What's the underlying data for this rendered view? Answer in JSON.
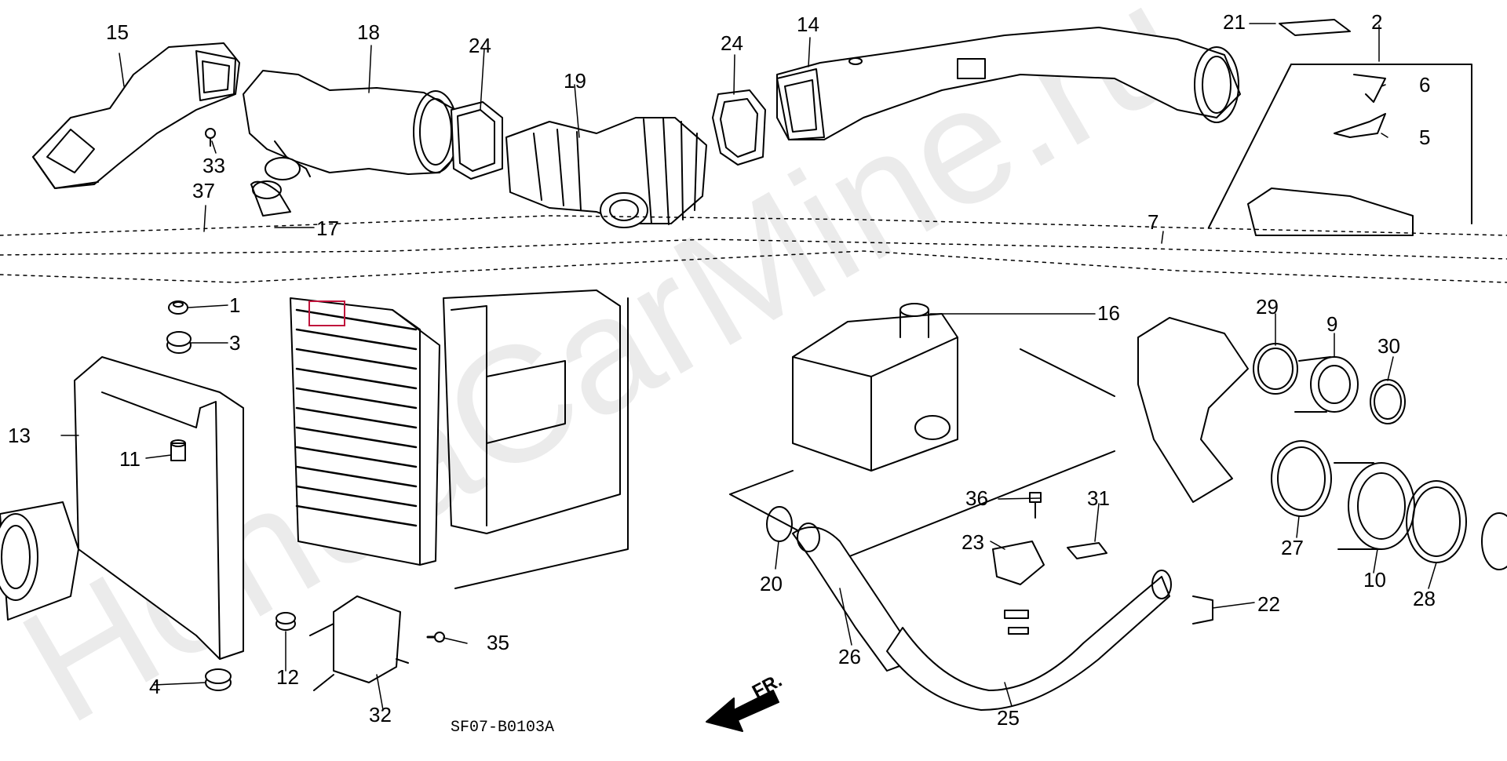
{
  "diagram": {
    "code": "SF07-B0103A",
    "direction_label": "FR.",
    "watermark": "HondaCarMine.ru",
    "accent_color": "#c0143c",
    "callouts": [
      {
        "id": "c1",
        "text": "1"
      },
      {
        "id": "c2",
        "text": "2"
      },
      {
        "id": "c3",
        "text": "3"
      },
      {
        "id": "c4",
        "text": "4"
      },
      {
        "id": "c5",
        "text": "5"
      },
      {
        "id": "c6",
        "text": "6"
      },
      {
        "id": "c7",
        "text": "7"
      },
      {
        "id": "c9",
        "text": "9"
      },
      {
        "id": "c10",
        "text": "10"
      },
      {
        "id": "c11",
        "text": "11"
      },
      {
        "id": "c12",
        "text": "12"
      },
      {
        "id": "c13",
        "text": "13"
      },
      {
        "id": "c14",
        "text": "14"
      },
      {
        "id": "c15",
        "text": "15"
      },
      {
        "id": "c16",
        "text": "16"
      },
      {
        "id": "c17",
        "text": "17"
      },
      {
        "id": "c18",
        "text": "18"
      },
      {
        "id": "c19",
        "text": "19"
      },
      {
        "id": "c20",
        "text": "20"
      },
      {
        "id": "c21",
        "text": "21"
      },
      {
        "id": "c22",
        "text": "22"
      },
      {
        "id": "c23",
        "text": "23"
      },
      {
        "id": "c24a",
        "text": "24"
      },
      {
        "id": "c24b",
        "text": "24"
      },
      {
        "id": "c25",
        "text": "25"
      },
      {
        "id": "c26",
        "text": "26"
      },
      {
        "id": "c27",
        "text": "27"
      },
      {
        "id": "c28",
        "text": "28"
      },
      {
        "id": "c29",
        "text": "29"
      },
      {
        "id": "c30",
        "text": "30"
      },
      {
        "id": "c31",
        "text": "31"
      },
      {
        "id": "c32",
        "text": "32"
      },
      {
        "id": "c33",
        "text": "33"
      },
      {
        "id": "c35",
        "text": "35"
      },
      {
        "id": "c36",
        "text": "36"
      },
      {
        "id": "c37",
        "text": "37"
      }
    ]
  }
}
